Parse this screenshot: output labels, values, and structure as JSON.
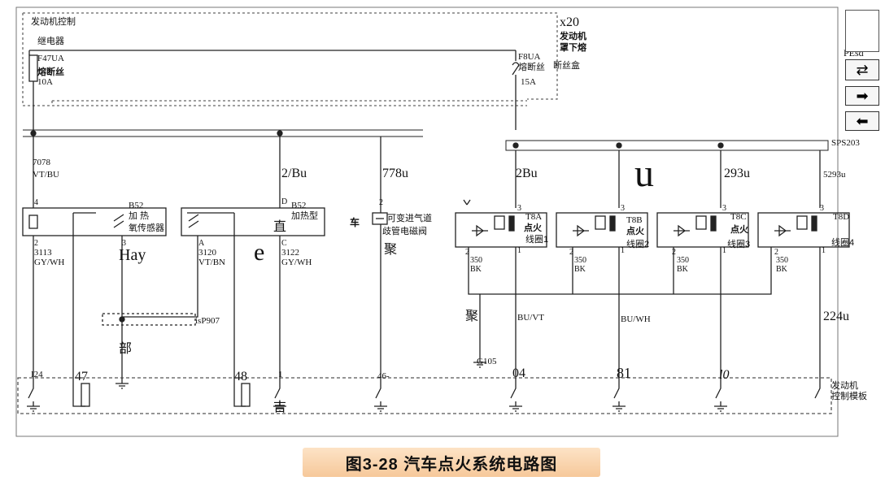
{
  "caption": "图3-28   汽车点火系统电路图",
  "labels": {
    "engine_control": "发动机控制",
    "relay": "继电器",
    "f47ua": "F47UA",
    "fuse_cn": "熔断丝",
    "f47_amp": "10A",
    "x20": "x20",
    "engine_hood_1": "发动机",
    "engine_hood_2": "罩下熔",
    "f8ua": "F8UA",
    "fuse_cn2": "熔断丝",
    "fuse_box": "断丝盒",
    "f8_amp": "15A",
    "pesd": "PEsd",
    "sps203": "SPS203",
    "w7078": "7078",
    "vt_bu": "VT/BU",
    "w2bu_a": "2/Bu",
    "w778u": "778u",
    "w2bu_b": "2Bu",
    "big_u": "u",
    "w293u": "293u",
    "w5293u": "5293u",
    "pin4": "4",
    "b52_a": "B52",
    "heated_1": "加  热",
    "heated_2": "氧传感器",
    "pin_d": "D",
    "b52_b": "B52",
    "heated_type": "加热型",
    "zhi": "直",
    "pin2_a": "2",
    "pin3_a": "3",
    "pin_a": "A",
    "pin_c": "C",
    "w3113": "3113",
    "gy_wh_a": "GY/WH",
    "hay": "Hay",
    "w3120": "3120",
    "vt_bn": "VT/BN",
    "e_glyph": "e",
    "w3122": "3122",
    "gy_wh_b": "GY/WH",
    "che": "车",
    "vvt_1": "可变进气道",
    "vvt_2": "歧管电磁阀",
    "ju_a": "聚",
    "pin2_v": "2",
    "t8a": "T8A",
    "ign_a": "点火",
    "coil1": "线圈1",
    "t8b": "T8B",
    "ign_b": "点火",
    "coil2": "线圈2",
    "t8c": "T8C",
    "ign_c": "点火",
    "coil3": "线圈3",
    "t8d": "T8D",
    "coil4": "线圈4",
    "k2a": "2",
    "k3a": "3",
    "k1a": "1",
    "k2b": "2",
    "k3b": "3",
    "k1b": "1",
    "k2c": "2",
    "k3c": "3",
    "k1c": "1",
    "k2d": "2",
    "k3d": "3",
    "k1d": "1",
    "g350a": "350",
    "bka": "BK",
    "g350b": "350",
    "bkb": "BK",
    "g350c": "350",
    "bkc": "BK",
    "g350d": "350",
    "bkd": "BK",
    "splice": "isP907",
    "bu": "部",
    "ju_b": "聚",
    "bu_vt": "BU/VT",
    "bu_wh": "BU/WH",
    "w224u": "224u",
    "g105": "G105",
    "p124": "I24",
    "p47": "47",
    "p48": "48",
    "p1": "1",
    "p46": "46-",
    "p04": "04",
    "p81": "81",
    "p10": "l0",
    "ji": "吉",
    "ecm_1": "发动机",
    "ecm_2": "控制模板"
  },
  "nav": {
    "swap": "⇄",
    "next": "➡",
    "prev": "⬅"
  }
}
